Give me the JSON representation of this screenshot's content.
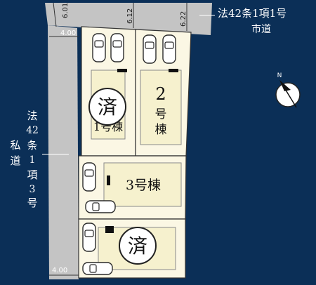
{
  "roads": {
    "public_road": {
      "line1": "法42条1項1号",
      "line2": "市道"
    },
    "private_road": {
      "chars": [
        "法",
        "42",
        "条",
        "1",
        "項",
        "3",
        "号"
      ],
      "label2_chars": [
        "私",
        "道"
      ]
    }
  },
  "dimensions": {
    "top_left": "6.01",
    "top_mid": "6.12",
    "top_right": "6.22",
    "road_width_top": "4.00",
    "road_width_bottom": "4.00"
  },
  "buildings": {
    "b1": {
      "name": "1号棟",
      "sold": true,
      "sold_label": "済"
    },
    "b2": {
      "num": "2",
      "ch1": "号",
      "ch2": "棟"
    },
    "b3": {
      "name": "3号棟"
    },
    "b4": {
      "sold": true,
      "sold_label": "済"
    }
  },
  "compass": {
    "label": "N"
  },
  "colors": {
    "background": "#0b2f57",
    "road": "#c4c4c4",
    "lot": "#fbf7e4"
  }
}
